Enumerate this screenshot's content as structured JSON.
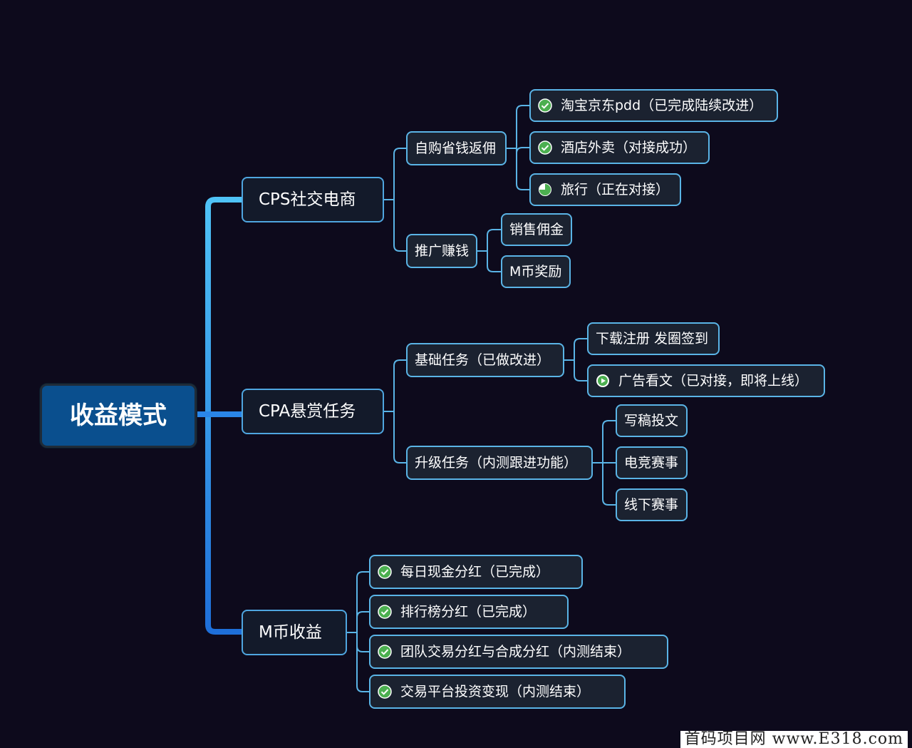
{
  "root": {
    "label": "收益模式"
  },
  "branches": [
    {
      "label": "CPS社交电商",
      "children": [
        {
          "label": "自购省钱返佣",
          "children": [
            {
              "label": "淘宝京东pdd（已完成陆续改进）",
              "icon": "check-circle-icon"
            },
            {
              "label": "酒店外卖（对接成功）",
              "icon": "check-circle-icon"
            },
            {
              "label": "旅行（正在对接）",
              "icon": "progress-pie-icon"
            }
          ]
        },
        {
          "label": "推广赚钱",
          "children": [
            {
              "label": "销售佣金"
            },
            {
              "label": "M币奖励"
            }
          ]
        }
      ]
    },
    {
      "label": "CPA悬赏任务",
      "children": [
        {
          "label": "基础任务（已做改进）",
          "children": [
            {
              "label": "下载注册 发圈签到"
            },
            {
              "label": "广告看文（已对接，即将上线）",
              "icon": "play-circle-icon"
            }
          ]
        },
        {
          "label": "升级任务（内测跟进功能）",
          "children": [
            {
              "label": "写稿投文"
            },
            {
              "label": "电竞赛事"
            },
            {
              "label": "线下赛事"
            }
          ]
        }
      ]
    },
    {
      "label": "M币收益",
      "children": [
        {
          "label": "每日现金分红（已完成）",
          "icon": "check-circle-icon"
        },
        {
          "label": "排行榜分红（已完成）",
          "icon": "check-circle-icon"
        },
        {
          "label": "团队交易分红与合成分红（内测结束）",
          "icon": "check-circle-icon"
        },
        {
          "label": "交易平台投资变现（内测结束）",
          "icon": "check-circle-icon"
        }
      ]
    }
  ],
  "watermark": "首码项目网 www.E318.com",
  "colors": {
    "background": "#0d0a1c",
    "root_fill": "#0a4f8e",
    "node_border": "#5ab4e6",
    "trunk_top": "#4fc3f7",
    "trunk_bottom": "#1e6fd9",
    "check_icon": "#4caf50"
  }
}
